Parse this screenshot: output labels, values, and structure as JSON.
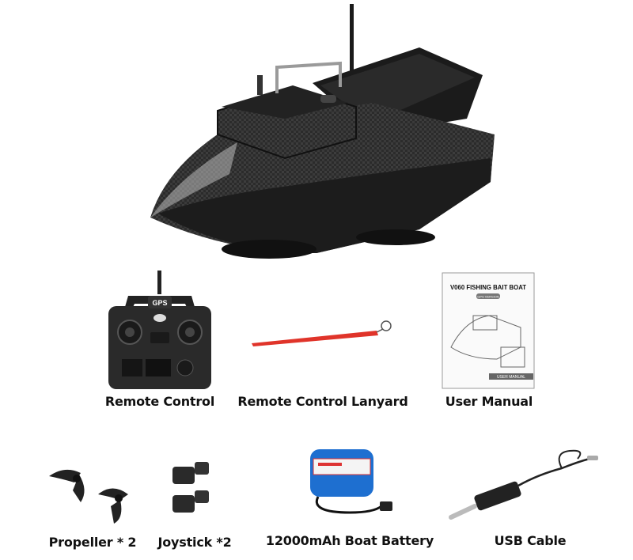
{
  "products": {
    "boat": {
      "name": "V060 Fishing Bait Boat"
    },
    "remote": {
      "label": "Remote Control",
      "screen_text": "GPS"
    },
    "lanyard": {
      "label": "Remote Control Lanyard",
      "color": "#e0342a"
    },
    "manual": {
      "label": "User Manual",
      "title": "V060 FISHING BAIT BOAT",
      "badge": "GPS VERSION",
      "footer": "USER MANUAL"
    },
    "propeller": {
      "label": "Propeller * 2"
    },
    "joystick": {
      "label": "Joystick *2"
    },
    "battery": {
      "label": "12000mAh Boat Battery",
      "color": "#1e6fd0"
    },
    "usb": {
      "label": "USB Cable"
    }
  }
}
